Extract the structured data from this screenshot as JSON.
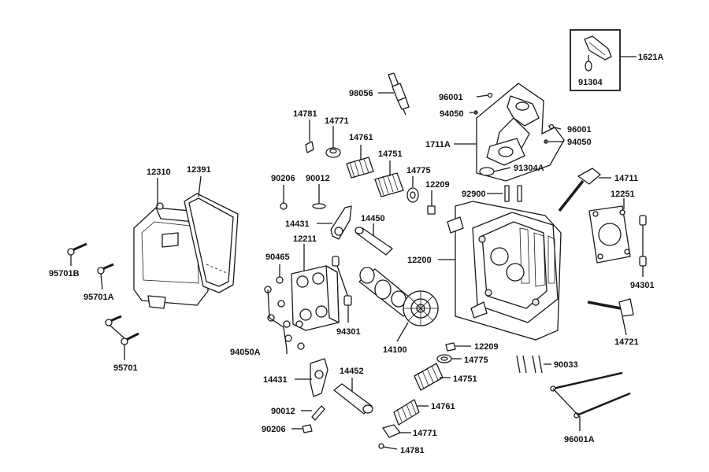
{
  "labels": {
    "p1621A": "1621A",
    "p91304": "91304",
    "p98056": "98056",
    "p96001_top": "96001",
    "p94050_top": "94050",
    "p96001_right": "96001",
    "p94050_right": "94050",
    "p1711A": "1711A",
    "p91304A": "91304A",
    "p14781_top": "14781",
    "p14771_top": "14771",
    "p14761_top": "14761",
    "p14751_top": "14751",
    "p14775_top": "14775",
    "p12209_top": "12209",
    "p12310": "12310",
    "p12391": "12391",
    "p90206_top": "90206",
    "p90012_top": "90012",
    "p14711": "14711",
    "p92900": "92900",
    "p12251": "12251",
    "p14431_top": "14431",
    "p14450": "14450",
    "p12211": "12211",
    "p12200": "12200",
    "p95701B": "95701B",
    "p95701A": "95701A",
    "p90465": "90465",
    "p94301_right": "94301",
    "p94301_center": "94301",
    "p14721": "14721",
    "p95701": "95701",
    "p94050A": "94050A",
    "p14100": "14100",
    "p12209_bottom": "12209",
    "p14775_bottom": "14775",
    "p90033": "90033",
    "p14751_bottom": "14751",
    "p14431_bottom": "14431",
    "p14452": "14452",
    "p14761_bottom": "14761",
    "p90012_bottom": "90012",
    "p96001A": "96001A",
    "p90206_bottom": "90206",
    "p14771_bottom": "14771",
    "p14781_bottom": "14781"
  }
}
